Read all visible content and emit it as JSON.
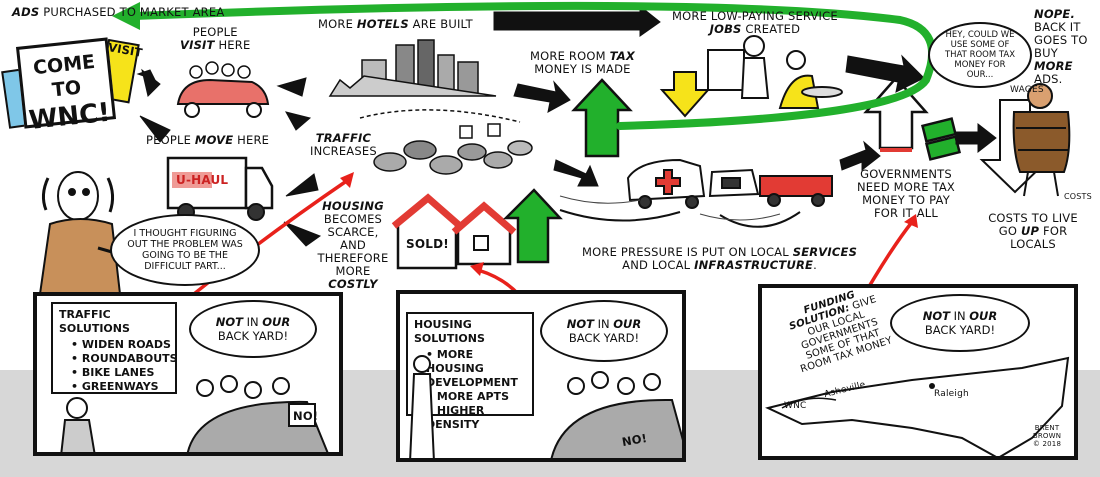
{
  "labels": {
    "ads_word": "ADS",
    "ads_rest": "PURCHASED TO MARKET AREA",
    "come_to": "COME TO",
    "wnc": "WNC!",
    "visit_sign": "VISIT",
    "people": "PEOPLE",
    "visit_word": "VISIT",
    "here": "HERE",
    "people_move_pre": "PEOPLE",
    "move_word": "MOVE",
    "move_here": "HERE",
    "uhaul": "U-HAUL",
    "more": "MORE",
    "hotels_word": "HOTELS",
    "are_built": "ARE BUILT",
    "room_tax_pre": "MORE ROOM",
    "tax_word": "TAX",
    "money_made": "MONEY IS MADE",
    "jobs_pre": "MORE LOW-PAYING SERVICE",
    "jobs_word": "JOBS",
    "created": "CREATED",
    "traffic_word": "TRAFFIC",
    "increases": "INCREASES",
    "housing_word": "HOUSING",
    "housing_rest": "BECOMES SCARCE, AND THEREFORE MORE",
    "costly_word": "COSTLY",
    "sold": "SOLD!",
    "pressure_pre": "MORE PRESSURE IS PUT ON LOCAL",
    "services_word": "SERVICES",
    "and_local": "AND LOCAL",
    "infra_word": "INFRASTRUCTURE",
    "gov_need": "GOVERNMENTS NEED MORE TAX MONEY TO PAY FOR IT ALL",
    "costs_pre": "COSTS TO LIVE GO",
    "up_word": "UP",
    "for_locals": "FOR LOCALS",
    "wages": "WAGES",
    "costs_small": "COSTS",
    "nope_word": "NOPE.",
    "nope_rest": "BACK IT GOES TO BUY",
    "more_word": "MORE",
    "ads_small": "ADS.",
    "thought": "I THOUGHT FIGURING OUT THE PROBLEM WAS GOING TO BE THE DIFFICULT PART...",
    "hey_could": "HEY, COULD WE USE SOME OF THAT ROOM TAX MONEY FOR OUR..."
  },
  "panels": {
    "traffic_title": "TRAFFIC SOLUTIONS",
    "traffic_items": [
      "WIDEN ROADS",
      "ROUNDABOUTS",
      "BIKE LANES",
      "GREENWAYS"
    ],
    "housing_title": "HOUSING SOLUTIONS",
    "housing_items": [
      "MORE HOUSING DEVELOPMENT",
      "MORE APTS",
      "HIGHER DENSITY"
    ],
    "funding_title": "FUNDING SOLUTION:",
    "funding_text": "GIVE OUR LOCAL GOVERNMENTS SOME OF THAT ROOM TAX MONEY",
    "nimby_not": "NOT",
    "nimby_in": "IN",
    "nimby_our": "OUR",
    "nimby_back": "BACK YARD!",
    "sign_no": "NO!",
    "map_wnc": "WNC",
    "map_asheville": "Asheville",
    "map_raleigh": "Raleigh"
  },
  "credit": {
    "name": "BRENT BROWN",
    "year": "© 2018"
  },
  "colors": {
    "green": "#22b02c",
    "red": "#e8211b",
    "black": "#111111",
    "floor": "#d7d7d7",
    "house_red": "#e23b34",
    "yellow": "#f6e31a"
  }
}
